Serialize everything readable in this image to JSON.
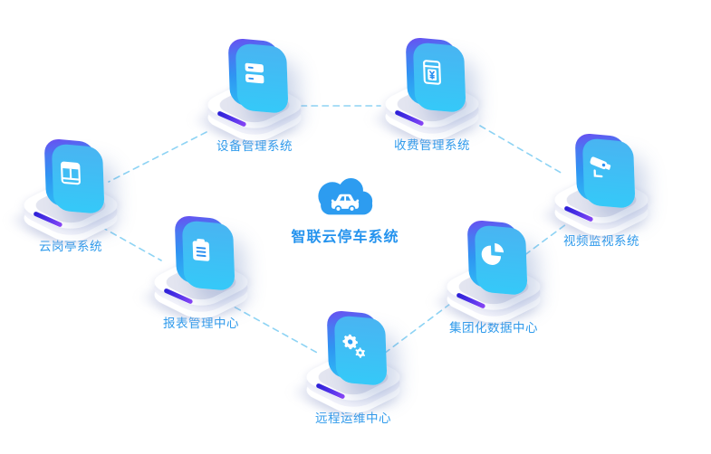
{
  "center": {
    "title": "智联云停车系统",
    "icon": "cloud-car-icon",
    "title_color": "#2493ee",
    "cloud_color": "#2d9cf0"
  },
  "nodes": [
    {
      "id": "device",
      "label": "设备管理系统",
      "icon": "server-icon"
    },
    {
      "id": "fee",
      "label": "收费管理系统",
      "icon": "yuan-bill-icon"
    },
    {
      "id": "booth",
      "label": "云岗亭系统",
      "icon": "booth-window-icon"
    },
    {
      "id": "video",
      "label": "视频监视系统",
      "icon": "cctv-camera-icon"
    },
    {
      "id": "report",
      "label": "报表管理中心",
      "icon": "clipboard-icon"
    },
    {
      "id": "data",
      "label": "集团化数据中心",
      "icon": "pie-chart-icon"
    },
    {
      "id": "ops",
      "label": "远程运维中心",
      "icon": "gears-icon"
    }
  ],
  "connections": [
    {
      "from": "device",
      "to": "fee"
    },
    {
      "from": "device",
      "to": "booth"
    },
    {
      "from": "fee",
      "to": "video"
    },
    {
      "from": "booth",
      "to": "report"
    },
    {
      "from": "report",
      "to": "ops"
    },
    {
      "from": "data",
      "to": "ops"
    },
    {
      "from": "video",
      "to": "data"
    }
  ],
  "colors": {
    "tile_gradient_top": "#6d49f1",
    "tile_gradient_bottom": "#49ccf9",
    "label_blue": "#2f9bec",
    "dashed_line": "#8dd3f4",
    "platform_accent": "#3b2bd8",
    "background": "#ffffff"
  }
}
